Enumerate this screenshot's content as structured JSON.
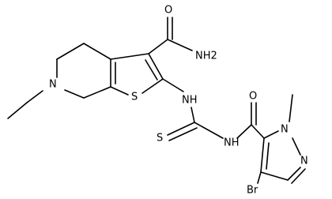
{
  "molecule": {
    "atoms": {
      "carbonyl_o_top": "O",
      "amide_nh2": "NH2",
      "ring_n": "N",
      "thiophene_s": "S",
      "nh_link": "NH",
      "carbonyl_o_right": "O",
      "thio_s": "S",
      "nh_mid": "NH",
      "pyrazole_n1": "N",
      "pyrazole_n2": "N",
      "bromo": "Br"
    }
  }
}
